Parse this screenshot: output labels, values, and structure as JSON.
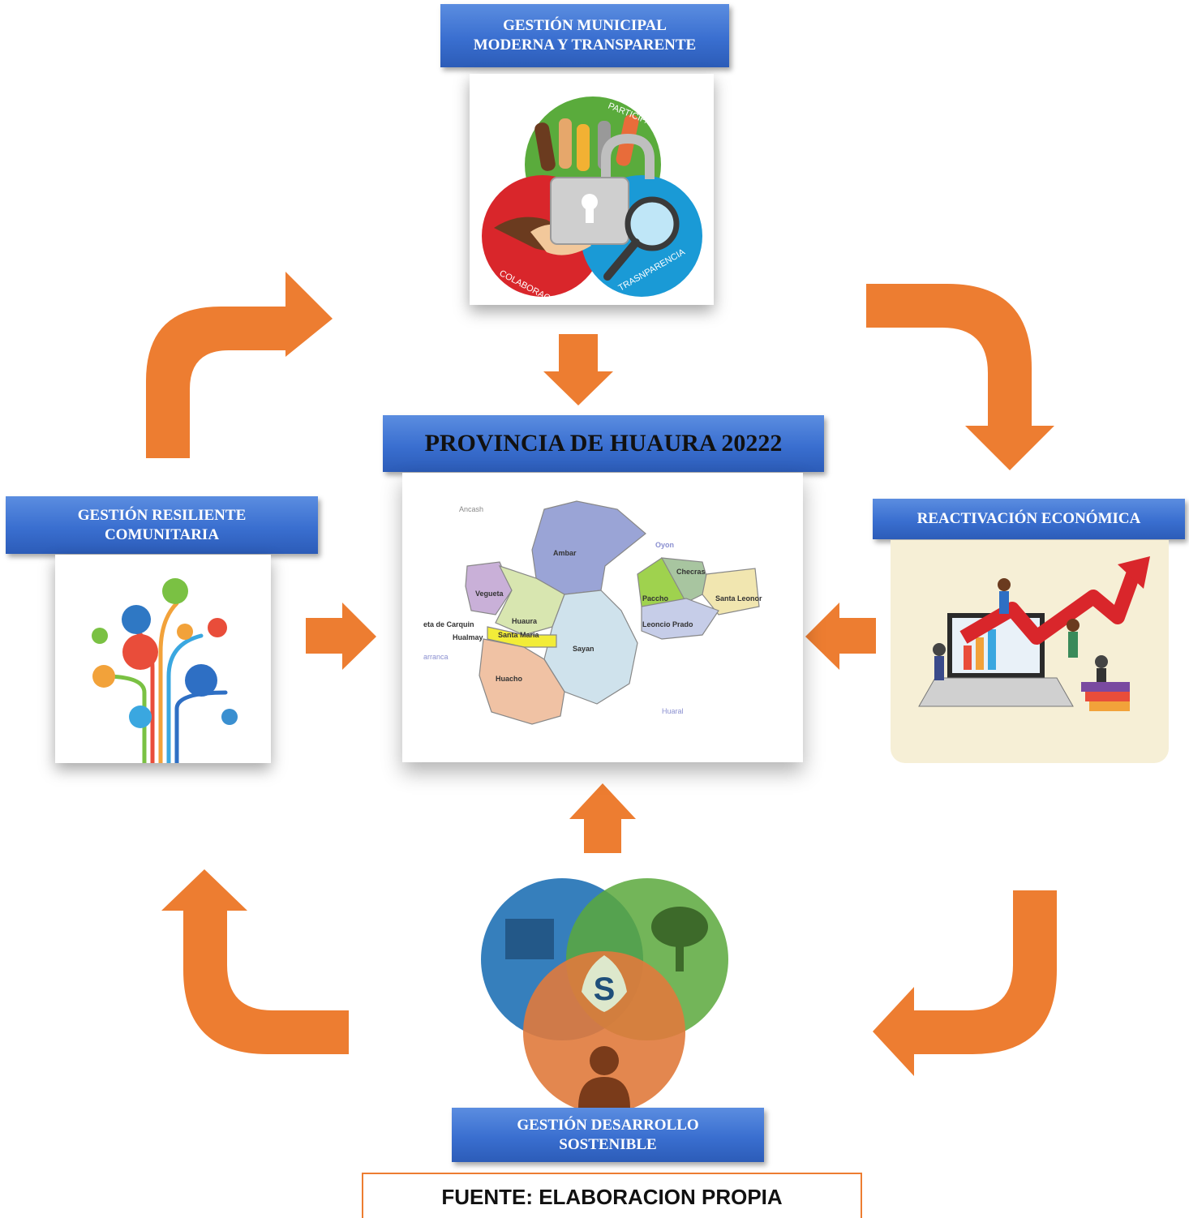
{
  "boxes": {
    "top": {
      "line1": "GESTIÓN MUNICIPAL",
      "line2": "MODERNA Y TRANSPARENTE"
    },
    "center": "PROVINCIA DE HUAURA 20222",
    "left": {
      "line1": "GESTIÓN RESILIENTE",
      "line2": "COMUNITARIA"
    },
    "right": "REACTIVACIÓN ECONÓMICA",
    "bottom": {
      "line1": "GESTIÓN DESARROLLO",
      "line2": "SOSTENIBLE"
    }
  },
  "source": "FUENTE: ELABORACION PROPIA",
  "icon_top": {
    "participacion": "PARTICIPACIÓN",
    "colaboracion": "COLABORACIÓN",
    "transparencia": "TRASNPARENCIA"
  },
  "icon_bottom": {
    "center_letter": "S"
  },
  "map": {
    "labels": {
      "ancash": "Ancash",
      "oyon": "Oyon",
      "ambar": "Ambar",
      "vegueta": "Vegueta",
      "huaura": "Huaura",
      "checras": "Checras",
      "paccho": "Paccho",
      "santa_leonor": "Santa Leonor",
      "leoncio_prado": "Leoncio Prado",
      "caleta": "eta de Carquin",
      "hualmay": "Hualmay",
      "santa_maria": "Santa Maria",
      "sayan": "Sayan",
      "barranca": "arranca",
      "huacho": "Huacho",
      "huaral": "Huaral"
    }
  },
  "colors": {
    "arrow": "#ED7D31",
    "box_blue": "#3A6FD0",
    "source_border": "#ED7D31"
  }
}
